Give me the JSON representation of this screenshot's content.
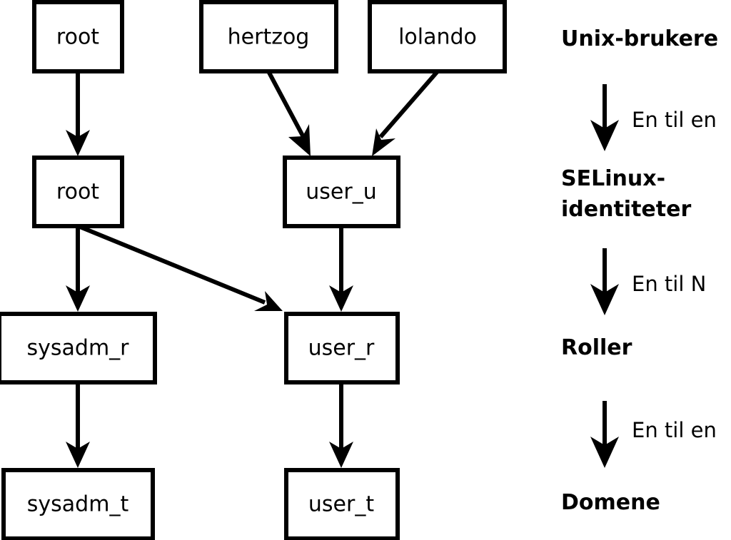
{
  "diagram": {
    "title_semantic": "selinux-user-role-domain-mapping",
    "language": "Norwegian",
    "background_color": "#ffffff",
    "line_color": "#000000",
    "nodes": [
      {
        "id": "unix_root",
        "label": "root",
        "tier": "unix-brukere"
      },
      {
        "id": "unix_hertzog",
        "label": "hertzog",
        "tier": "unix-brukere"
      },
      {
        "id": "unix_lolando",
        "label": "lolando",
        "tier": "unix-brukere"
      },
      {
        "id": "sel_root",
        "label": "root",
        "tier": "selinux-identiteter"
      },
      {
        "id": "sel_user_u",
        "label": "user_u",
        "tier": "selinux-identiteter"
      },
      {
        "id": "role_sysadm_r",
        "label": "sysadm_r",
        "tier": "roller"
      },
      {
        "id": "role_user_r",
        "label": "user_r",
        "tier": "roller"
      },
      {
        "id": "dom_sysadm_t",
        "label": "sysadm_t",
        "tier": "domene"
      },
      {
        "id": "dom_user_t",
        "label": "user_t",
        "tier": "domene"
      }
    ],
    "edges": [
      {
        "from": "unix_root",
        "to": "sel_root"
      },
      {
        "from": "unix_hertzog",
        "to": "sel_user_u"
      },
      {
        "from": "unix_lolando",
        "to": "sel_user_u"
      },
      {
        "from": "sel_root",
        "to": "role_sysadm_r"
      },
      {
        "from": "sel_root",
        "to": "role_user_r"
      },
      {
        "from": "sel_user_u",
        "to": "role_user_r"
      },
      {
        "from": "role_sysadm_r",
        "to": "dom_sysadm_t"
      },
      {
        "from": "role_user_r",
        "to": "dom_user_t"
      }
    ]
  },
  "legend": {
    "tiers": [
      {
        "id": "unix-brukere",
        "label": "Unix-brukere"
      },
      {
        "id": "selinux-identiteter",
        "label_line1": "SELinux-",
        "label_line2": "identiteter"
      },
      {
        "id": "roller",
        "label": "Roller"
      },
      {
        "id": "domene",
        "label": "Domene"
      }
    ],
    "relations": [
      {
        "id": "unix-to-selinux",
        "label": "En til en"
      },
      {
        "id": "selinux-to-roller",
        "label": "En til N"
      },
      {
        "id": "roller-to-domene",
        "label": "En til en"
      }
    ]
  }
}
